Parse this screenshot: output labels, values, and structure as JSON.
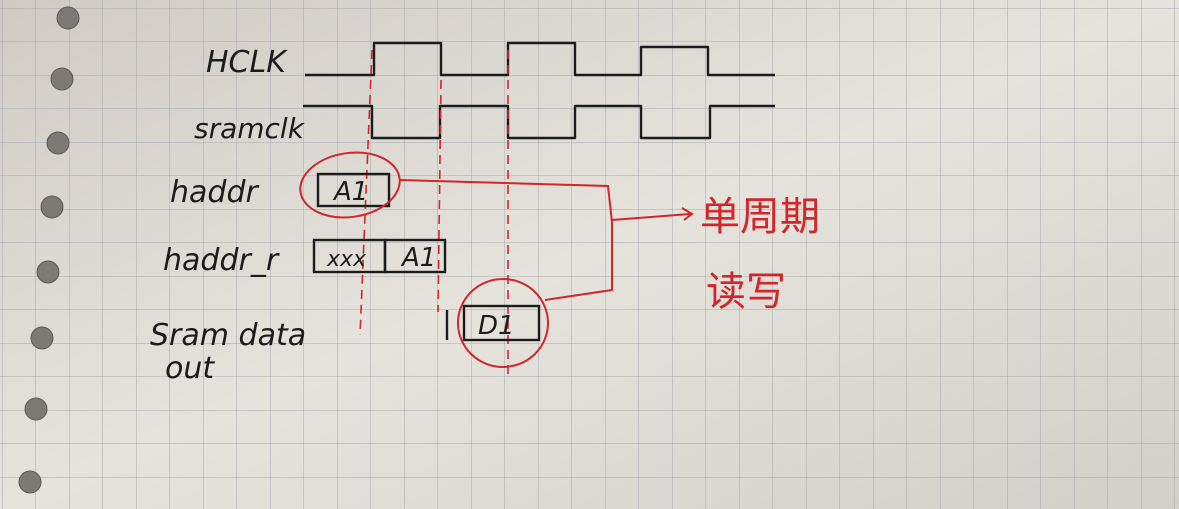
{
  "signals": {
    "hclk": "HCLK",
    "sramclk": "sramclk",
    "haddr": "haddr",
    "haddr_r": "haddr_r",
    "sram_data_line1": "Sram data",
    "sram_data_line2": "out"
  },
  "boxes": {
    "haddr_a1": "A1",
    "haddr_r_xxx": "xxx",
    "haddr_r_a1": "A1",
    "data_d1": "D1"
  },
  "annotation": {
    "line1": "单周期",
    "line2": "读写"
  },
  "colors": {
    "paper": "#e2dfd9",
    "grid": "#a9aab2",
    "ink": "#1c1c1c",
    "annotation": "#d0262c"
  }
}
